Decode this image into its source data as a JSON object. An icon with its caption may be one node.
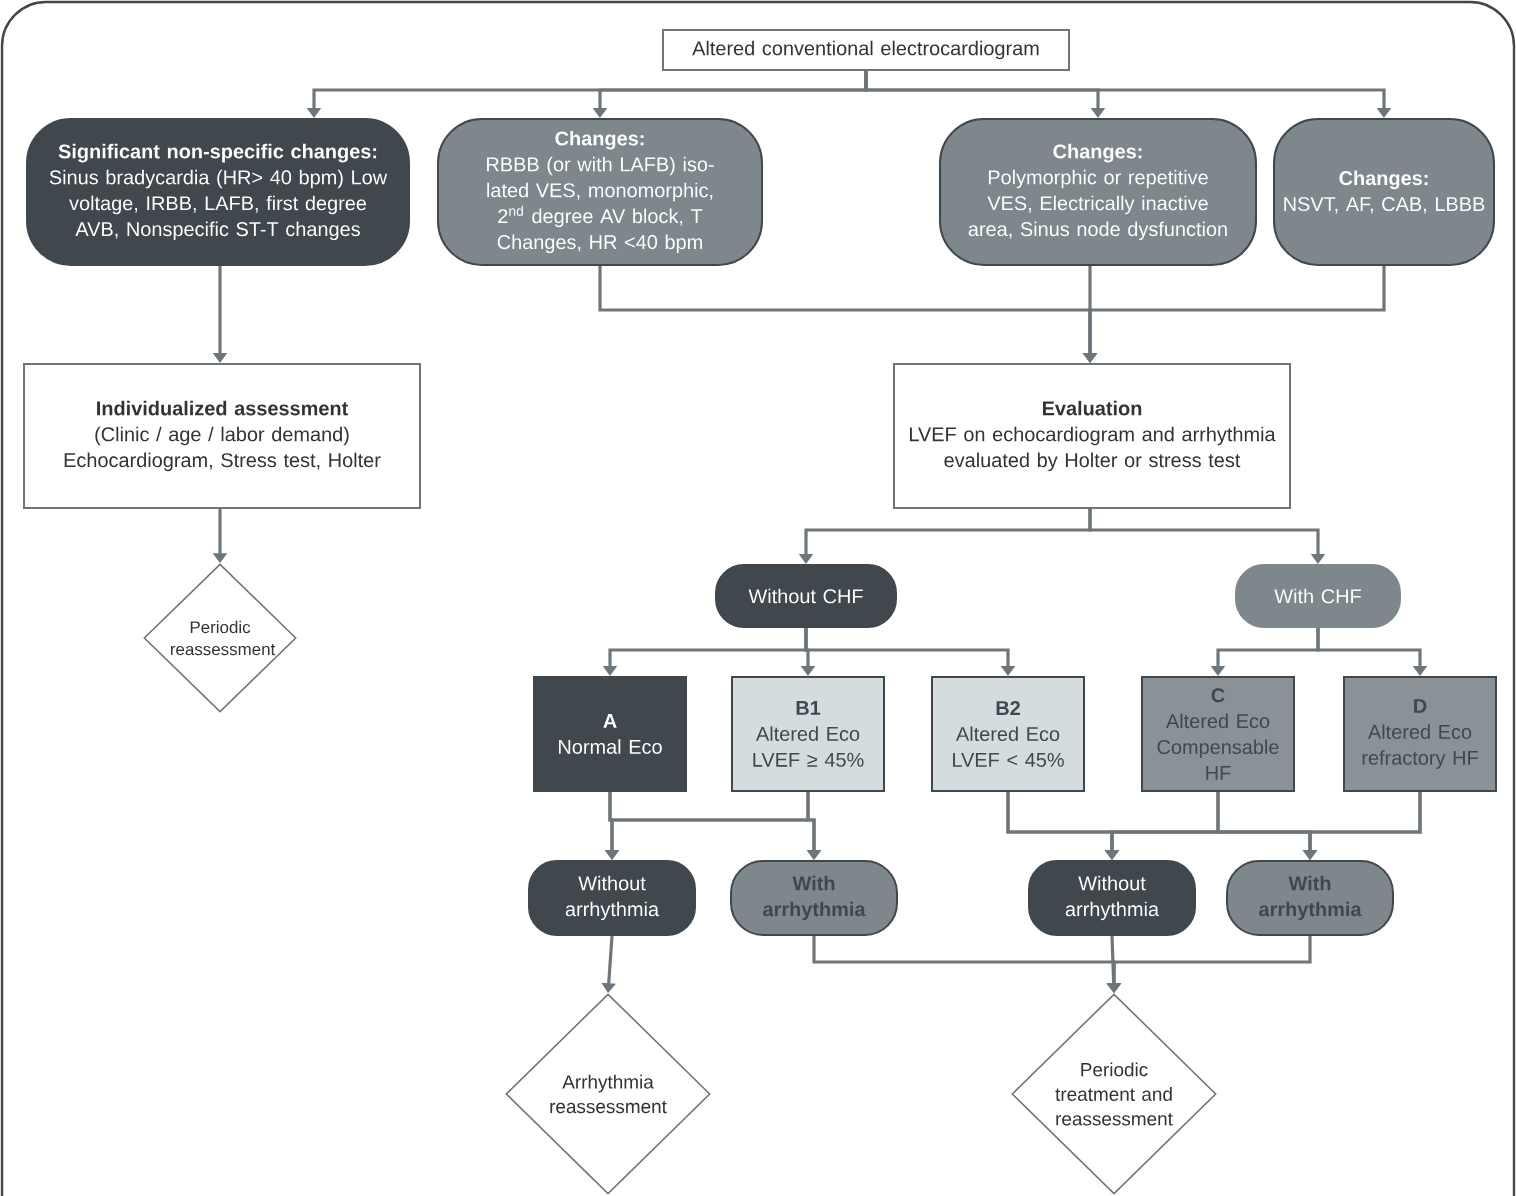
{
  "diagram": {
    "nodes": [
      {
        "text": [
          "Altered conventional electrocardiogram"
        ]
      },
      {
        "text": [
          "Significant non-specific changes:",
          "Sinus bradycardia (HR> 40 bpm) Low voltage, IRBB, LAFB, first degree AVB, Nonspecific ST-T changes"
        ]
      },
      {
        "text": [
          "Changes:",
          "RBBB (or with LAFB) iso-lated VES, monomorphic, 2$^{nd}$ degree AV block, T Changes, HR <40 bpm"
        ]
      },
      {
        "text": [
          "Changes:",
          "Polymorphic or repetitive VES, Electrically inactive area, Sinus node dysfunction"
        ]
      },
      {
        "text": [
          "Changes:",
          "NSVT, AF, CAB, LBBB"
        ]
      },
      {
        "text": [
          "Individualized assessment",
          "(Clinic / age / labor demand) Echocardiogram, Stress test, Holter"
        ]
      },
      {
        "text": [
          "Periodic reassessment"
        ]
      },
      {
        "text": [
          "Evaluation",
          "LVEF on echocardiogram and arrhythmia evaluated by Holter or stress test"
        ]
      },
      {
        "text": [
          "Without CHF"
        ]
      },
      {
        "text": [
          "With CHF"
        ]
      },
      {
        "text": [
          "A",
          "Normal Eco"
        ]
      },
      {
        "text": [
          "B1",
          "Altered Eco LVEF ≥ 45%"
        ]
      },
      {
        "text": [
          "B2",
          "Altered Eco LVEF < 45%"
        ]
      },
      {
        "text": [
          "C",
          "Altered Eco Compensable HF"
        ]
      },
      {
        "text": [
          "D",
          "Altered Eco refractory HF"
        ]
      },
      {
        "text": [
          "Without arrhythmia"
        ]
      },
      {
        "text": [
          "With arrhythmia"
        ]
      },
      {
        "text": [
          "Without arrhythmia"
        ]
      },
      {
        "text": [
          "With arrhythmia"
        ]
      },
      {
        "text": [
          "Arrhythmia reassessment"
        ]
      },
      {
        "text": [
          "Periodic treatment and reassessment"
        ]
      }
    ],
    "edges": [
      {
        "from": 0,
        "to": 1,
        "arrow": "to"
      },
      {
        "from": 0,
        "to": 2,
        "arrow": "to"
      },
      {
        "from": 0,
        "to": 3,
        "arrow": "to"
      },
      {
        "from": 0,
        "to": 4,
        "arrow": "to"
      },
      {
        "from": 1,
        "to": 5,
        "arrow": "to"
      },
      {
        "from": 2,
        "to": 7,
        "arrow": "to"
      },
      {
        "from": 3,
        "to": 7,
        "arrow": "to"
      },
      {
        "from": 4,
        "to": 7,
        "arrow": "to"
      },
      {
        "from": 5,
        "to": 6,
        "arrow": "to"
      },
      {
        "from": 7,
        "to": 8,
        "arrow": "to"
      },
      {
        "from": 7,
        "to": 9,
        "arrow": "to"
      },
      {
        "from": 8,
        "to": 10,
        "arrow": "to"
      },
      {
        "from": 8,
        "to": 11,
        "arrow": "to"
      },
      {
        "from": 8,
        "to": 12,
        "arrow": "to"
      },
      {
        "from": 9,
        "to": 13,
        "arrow": "to"
      },
      {
        "from": 9,
        "to": 14,
        "arrow": "to"
      },
      {
        "from": 10,
        "to": 15,
        "arrow": "to"
      },
      {
        "from": 10,
        "to": 16,
        "arrow": "to"
      },
      {
        "from": 11,
        "to": 15,
        "arrow": "to"
      },
      {
        "from": 11,
        "to": 16,
        "arrow": "to"
      },
      {
        "from": 12,
        "to": 17,
        "arrow": "to"
      },
      {
        "from": 12,
        "to": 18,
        "arrow": "to"
      },
      {
        "from": 13,
        "to": 17,
        "arrow": "to"
      },
      {
        "from": 13,
        "to": 18,
        "arrow": "to"
      },
      {
        "from": 14,
        "to": 17,
        "arrow": "to"
      },
      {
        "from": 14,
        "to": 18,
        "arrow": "to"
      },
      {
        "from": 15,
        "to": 19,
        "arrow": "to"
      },
      {
        "from": 16,
        "to": 20,
        "arrow": "to"
      },
      {
        "from": 17,
        "to": 20,
        "arrow": "to"
      },
      {
        "from": 18,
        "to": 20,
        "arrow": "to"
      }
    ]
  }
}
